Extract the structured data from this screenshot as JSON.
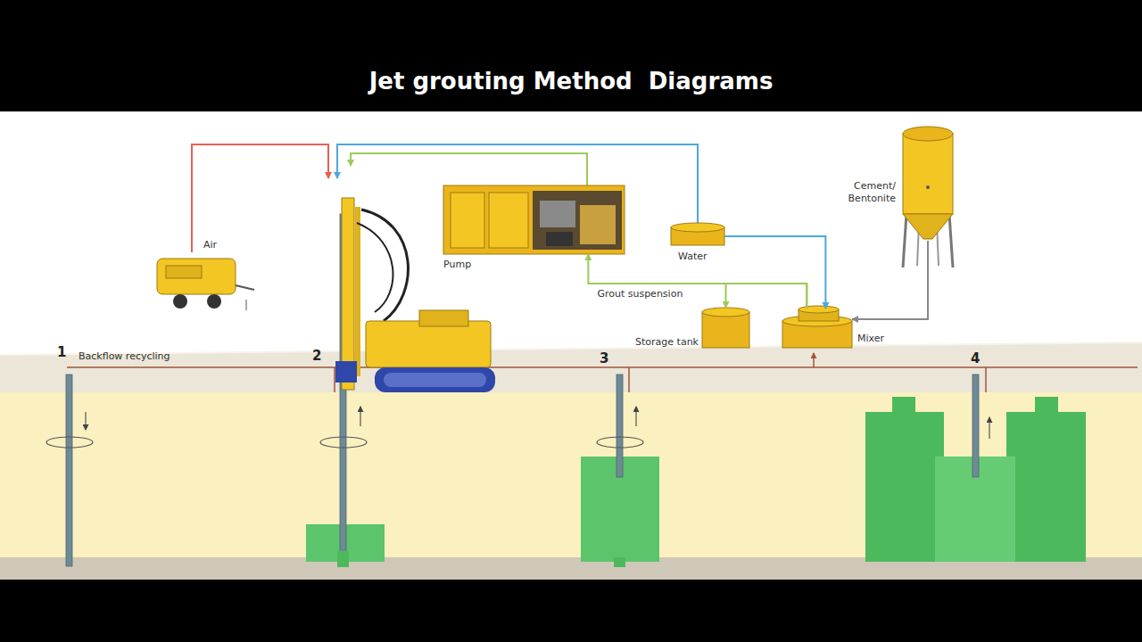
{
  "diagram": {
    "title": "Jet grouting Method  Diagrams",
    "nodes": [
      {
        "text": [
          "Air"
        ]
      },
      {
        "text": [
          "Pump"
        ]
      },
      {
        "text": [
          "Water"
        ]
      },
      {
        "text": [
          "Cement/ Bentonite"
        ]
      },
      {
        "text": [
          "Storage tank"
        ]
      },
      {
        "text": [
          "Mixer"
        ]
      }
    ],
    "edges": [
      {
        "from": 2,
        "to": 5,
        "arrow": "to"
      },
      {
        "from": 3,
        "to": 5,
        "arrow": "to"
      },
      {
        "from": 5,
        "to": 4,
        "arrow": "to"
      },
      {
        "from": 5,
        "to": 1,
        "label": "Grout suspension",
        "arrow": "to"
      }
    ],
    "labels": [
      "1",
      "Backflow recycling",
      "2",
      "3",
      "4"
    ]
  }
}
